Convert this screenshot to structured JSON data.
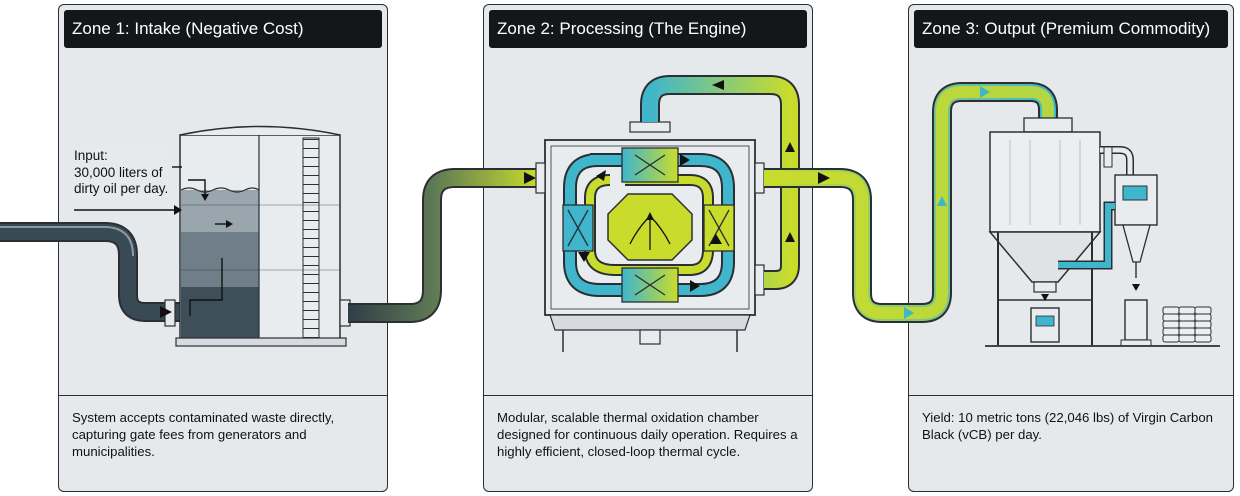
{
  "zones": [
    {
      "title": "Zone 1: Intake (Negative Cost)",
      "description": "System accepts contaminated waste directly, capturing gate fees from generators and municipalities."
    },
    {
      "title": "Zone 2: Processing (The Engine)",
      "description": "Modular, scalable thermal oxidation chamber designed for continuous daily operation. Requires a highly efficient, closed-loop thermal cycle."
    },
    {
      "title": "Zone 3: Output (Premium Commodity)",
      "description": "Yield: 10 metric tons (22,046 lbs) of Virgin Carbon Black (vCB) per day."
    }
  ],
  "intake_annotation": {
    "line1": "Input:",
    "line2": "30,000 liters of",
    "line3": "dirty oil per day."
  },
  "colors": {
    "panel_bg": "#e6e9ec",
    "header_bg": "#141719",
    "pipe_dark": "#2f3d48",
    "pipe_lime": "#c9dc2c",
    "pipe_teal": "#3fb6cc",
    "oil_dark": "#3a4a55",
    "oil_mid": "#7f8d96"
  }
}
